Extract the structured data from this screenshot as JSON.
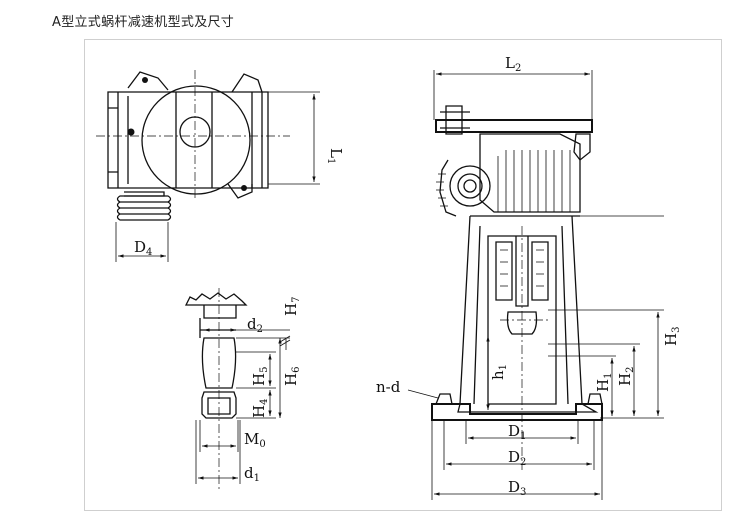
{
  "title": "A型立式蜗杆减速机型式及尺寸",
  "labels": {
    "L1": {
      "main": "L",
      "sub": "1"
    },
    "L2": {
      "main": "L",
      "sub": "2"
    },
    "D4": {
      "main": "D",
      "sub": "4"
    },
    "d2": {
      "main": "d",
      "sub": "2"
    },
    "H7": {
      "main": "H",
      "sub": "7"
    },
    "H5": {
      "main": "H",
      "sub": "5"
    },
    "H6": {
      "main": "H",
      "sub": "6"
    },
    "H4": {
      "main": "H",
      "sub": "4"
    },
    "M0": {
      "main": "M",
      "sub": "0"
    },
    "d1": {
      "main": "d",
      "sub": "1"
    },
    "H3": {
      "main": "H",
      "sub": "3"
    },
    "H2": {
      "main": "H",
      "sub": "2"
    },
    "H1": {
      "main": "H",
      "sub": "1"
    },
    "h1": {
      "main": "h",
      "sub": "1"
    },
    "nd": "n-d",
    "D1": {
      "main": "D",
      "sub": "1"
    },
    "D2": {
      "main": "D",
      "sub": "2"
    },
    "D3": {
      "main": "D",
      "sub": "3"
    }
  }
}
